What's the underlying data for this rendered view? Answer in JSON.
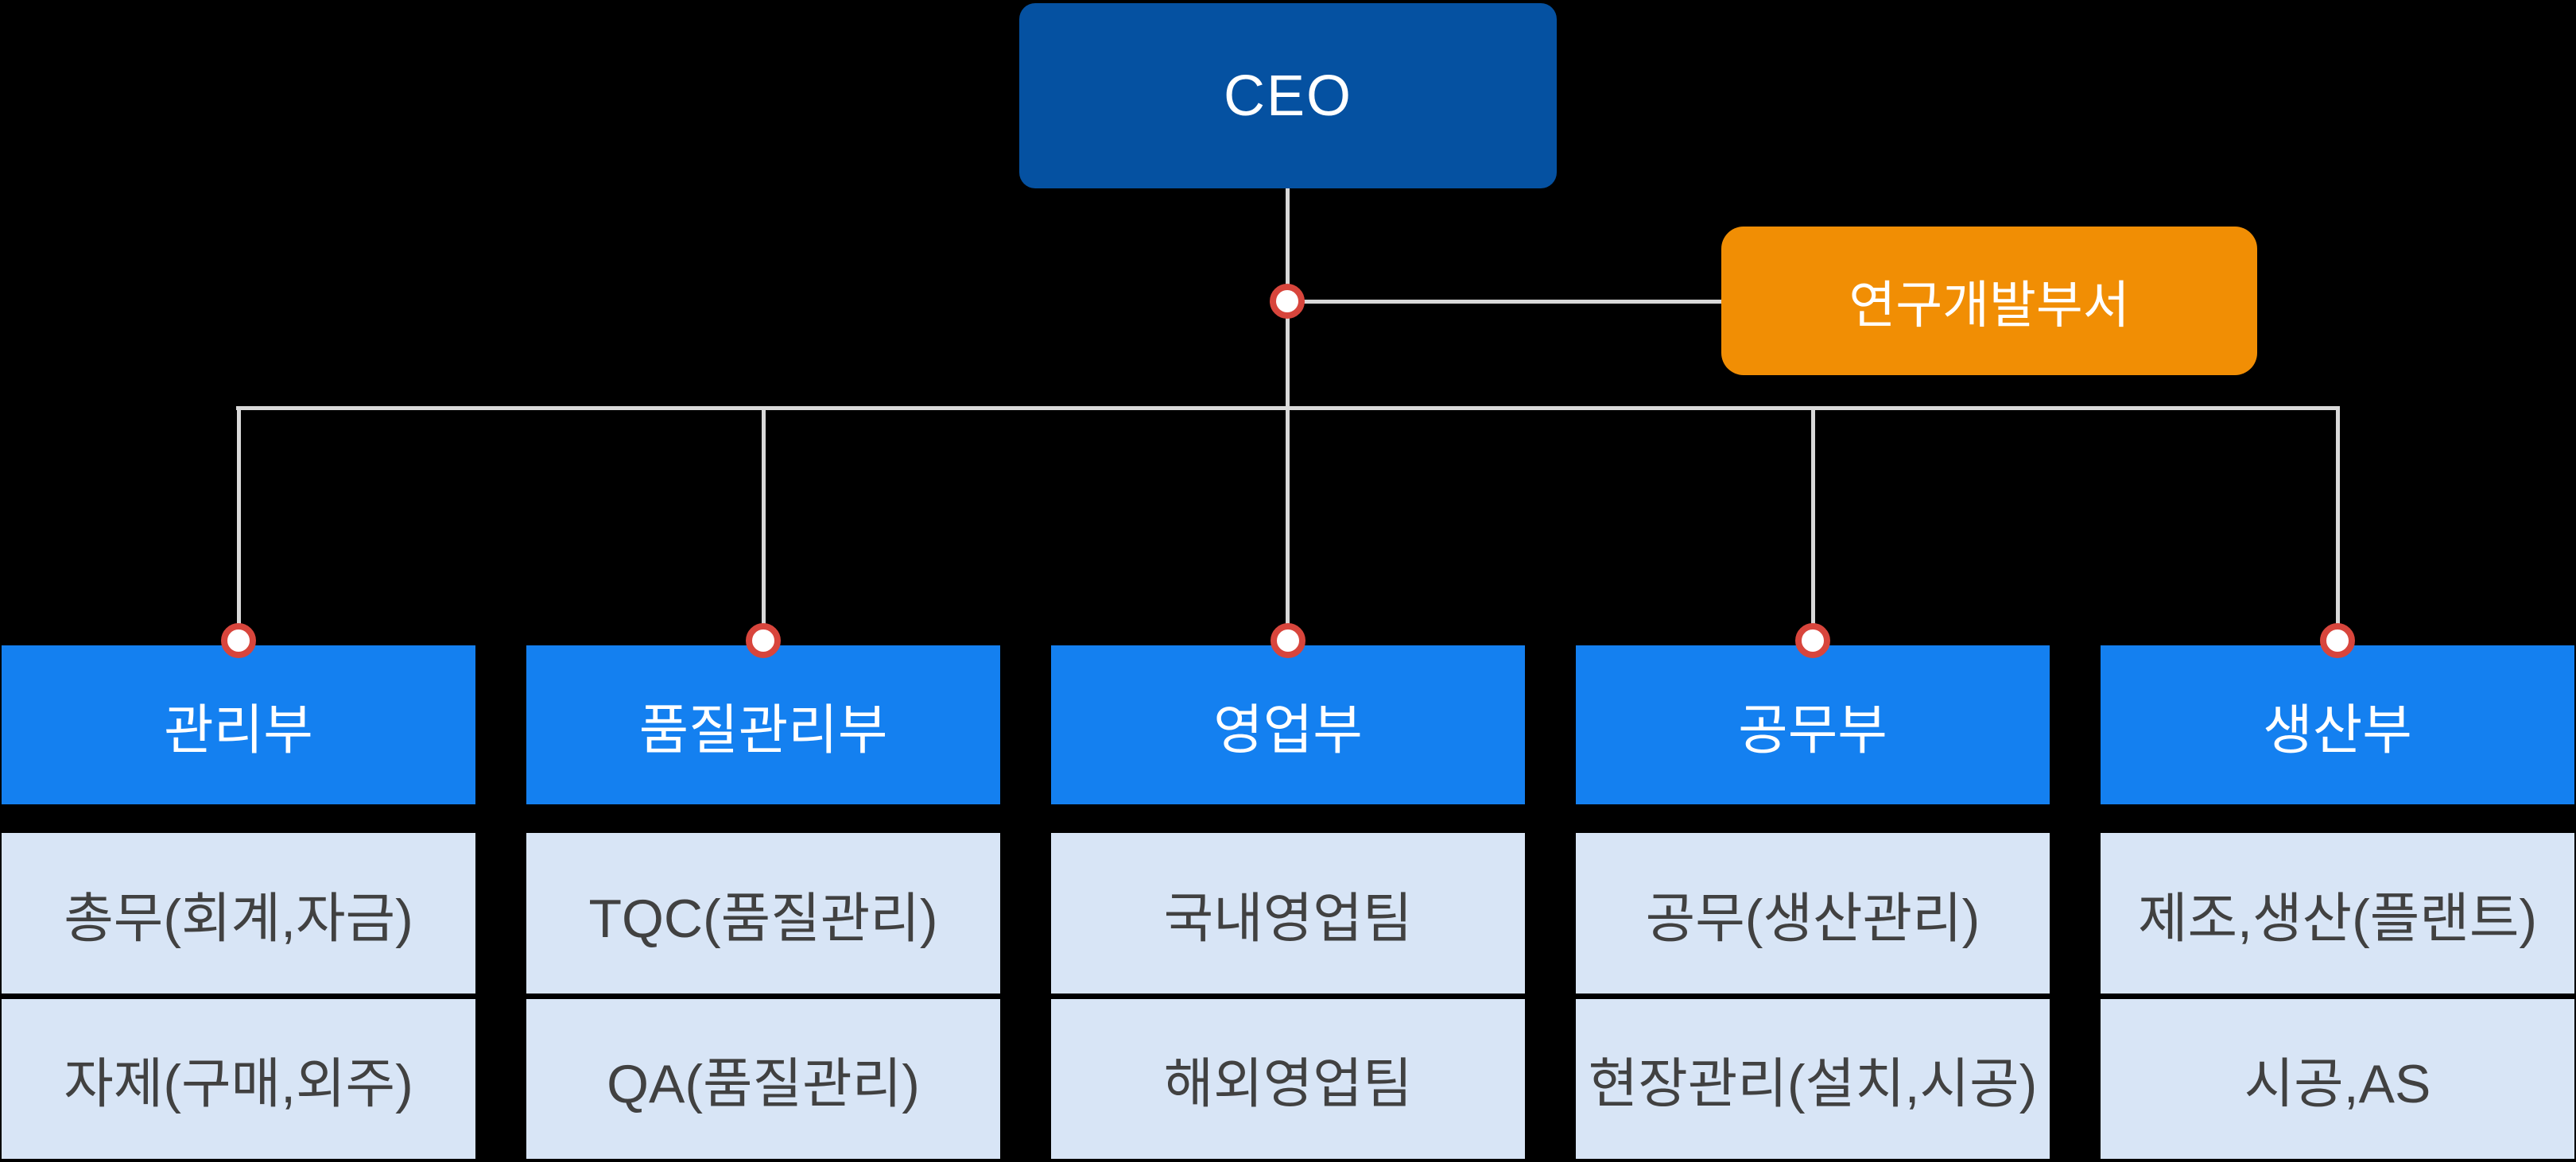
{
  "theme": {
    "bg": "#000000",
    "primary_dark": "#0551A1",
    "primary": "#1480F0",
    "team_bg": "#D8E5F6",
    "accent": "#F18E04",
    "ring_red": "#D8453C",
    "dot_fill": "#FFFFFF",
    "line": "#D9D9D9",
    "team_text": "#414141",
    "node_text": "#FFFFFF"
  },
  "org_chart": {
    "root": {
      "label": "CEO"
    },
    "staff_unit": {
      "label": "연구개발부서"
    },
    "departments": [
      {
        "label": "관리부",
        "teams": [
          "총무(회계,자금)",
          "자제(구매,외주)"
        ]
      },
      {
        "label": "품질관리부",
        "teams": [
          "TQC(품질관리)",
          "QA(품질관리)"
        ]
      },
      {
        "label": "영업부",
        "teams": [
          "국내영업팀",
          "해외영업팀"
        ]
      },
      {
        "label": "공무부",
        "teams": [
          "공무(생산관리)",
          "현장관리(설치,시공)"
        ]
      },
      {
        "label": "생산부",
        "teams": [
          "제조,생산(플랜트)",
          "시공,AS"
        ]
      }
    ]
  }
}
